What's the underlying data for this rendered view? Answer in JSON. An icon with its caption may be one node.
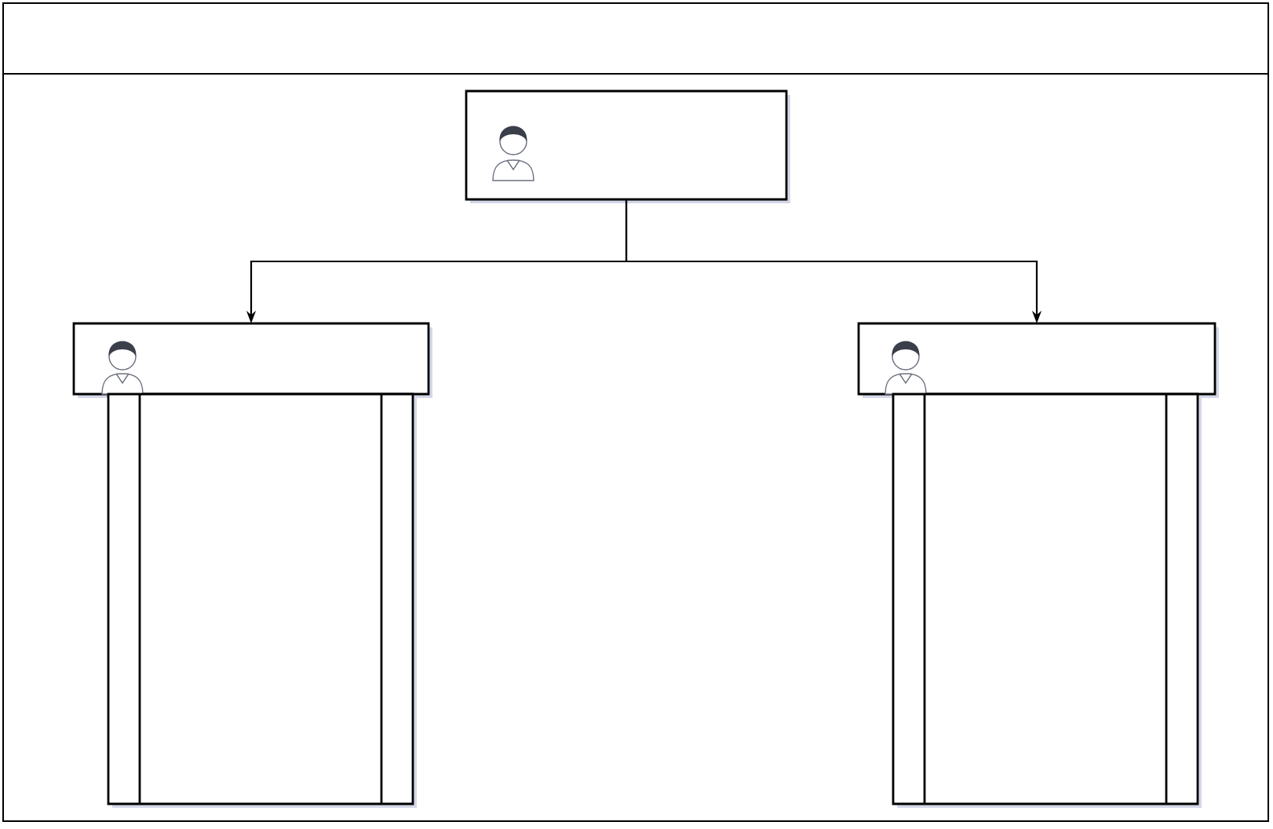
{
  "diagram": {
    "nodes": [
      {
        "text": [],
        "shape": "box"
      },
      {
        "text": [],
        "shape": "box",
        "in": 0
      },
      {
        "text": [],
        "shape": "person",
        "in": 1
      },
      {
        "text": [],
        "shape": "box",
        "in": 0
      },
      {
        "text": [],
        "shape": "person",
        "in": 3
      },
      {
        "text": [],
        "shape": "box",
        "in": 0
      },
      {
        "text": [],
        "shape": "box",
        "in": 0
      },
      {
        "text": [],
        "shape": "person",
        "in": 6
      },
      {
        "text": [],
        "shape": "box",
        "in": 0
      }
    ],
    "edges": [
      {
        "from": 1,
        "to": 3,
        "arrow": "to"
      },
      {
        "from": 1,
        "to": 6,
        "arrow": "to"
      }
    ]
  }
}
